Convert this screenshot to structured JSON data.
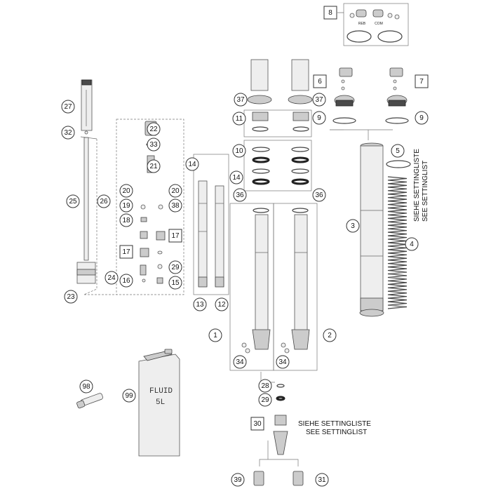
{
  "callouts": [
    "8",
    "6",
    "7",
    "27",
    "37",
    "37",
    "11",
    "9",
    "9",
    "32",
    "22",
    "33",
    "10",
    "5",
    "21",
    "14",
    "14",
    "25",
    "26",
    "20",
    "20",
    "19",
    "38",
    "36",
    "36",
    "3",
    "18",
    "17",
    "17",
    "29",
    "4",
    "24",
    "23",
    "16",
    "15",
    "13",
    "12",
    "1",
    "2",
    "34",
    "34",
    "98",
    "99",
    "28",
    "29",
    "30",
    "39",
    "31"
  ],
  "notes": {
    "spring_de": "SIEHE SETTINGLISTE",
    "spring_en": "SEE SETTINGLIST",
    "piston_de": "SIEHE SETTINGLISTE",
    "piston_en": "SEE SETTINGLIST"
  },
  "knob_labels": {
    "rebound": "REB",
    "compression": "COM"
  },
  "fluid_label": {
    "line1": "FLUID",
    "line2": "5L"
  }
}
